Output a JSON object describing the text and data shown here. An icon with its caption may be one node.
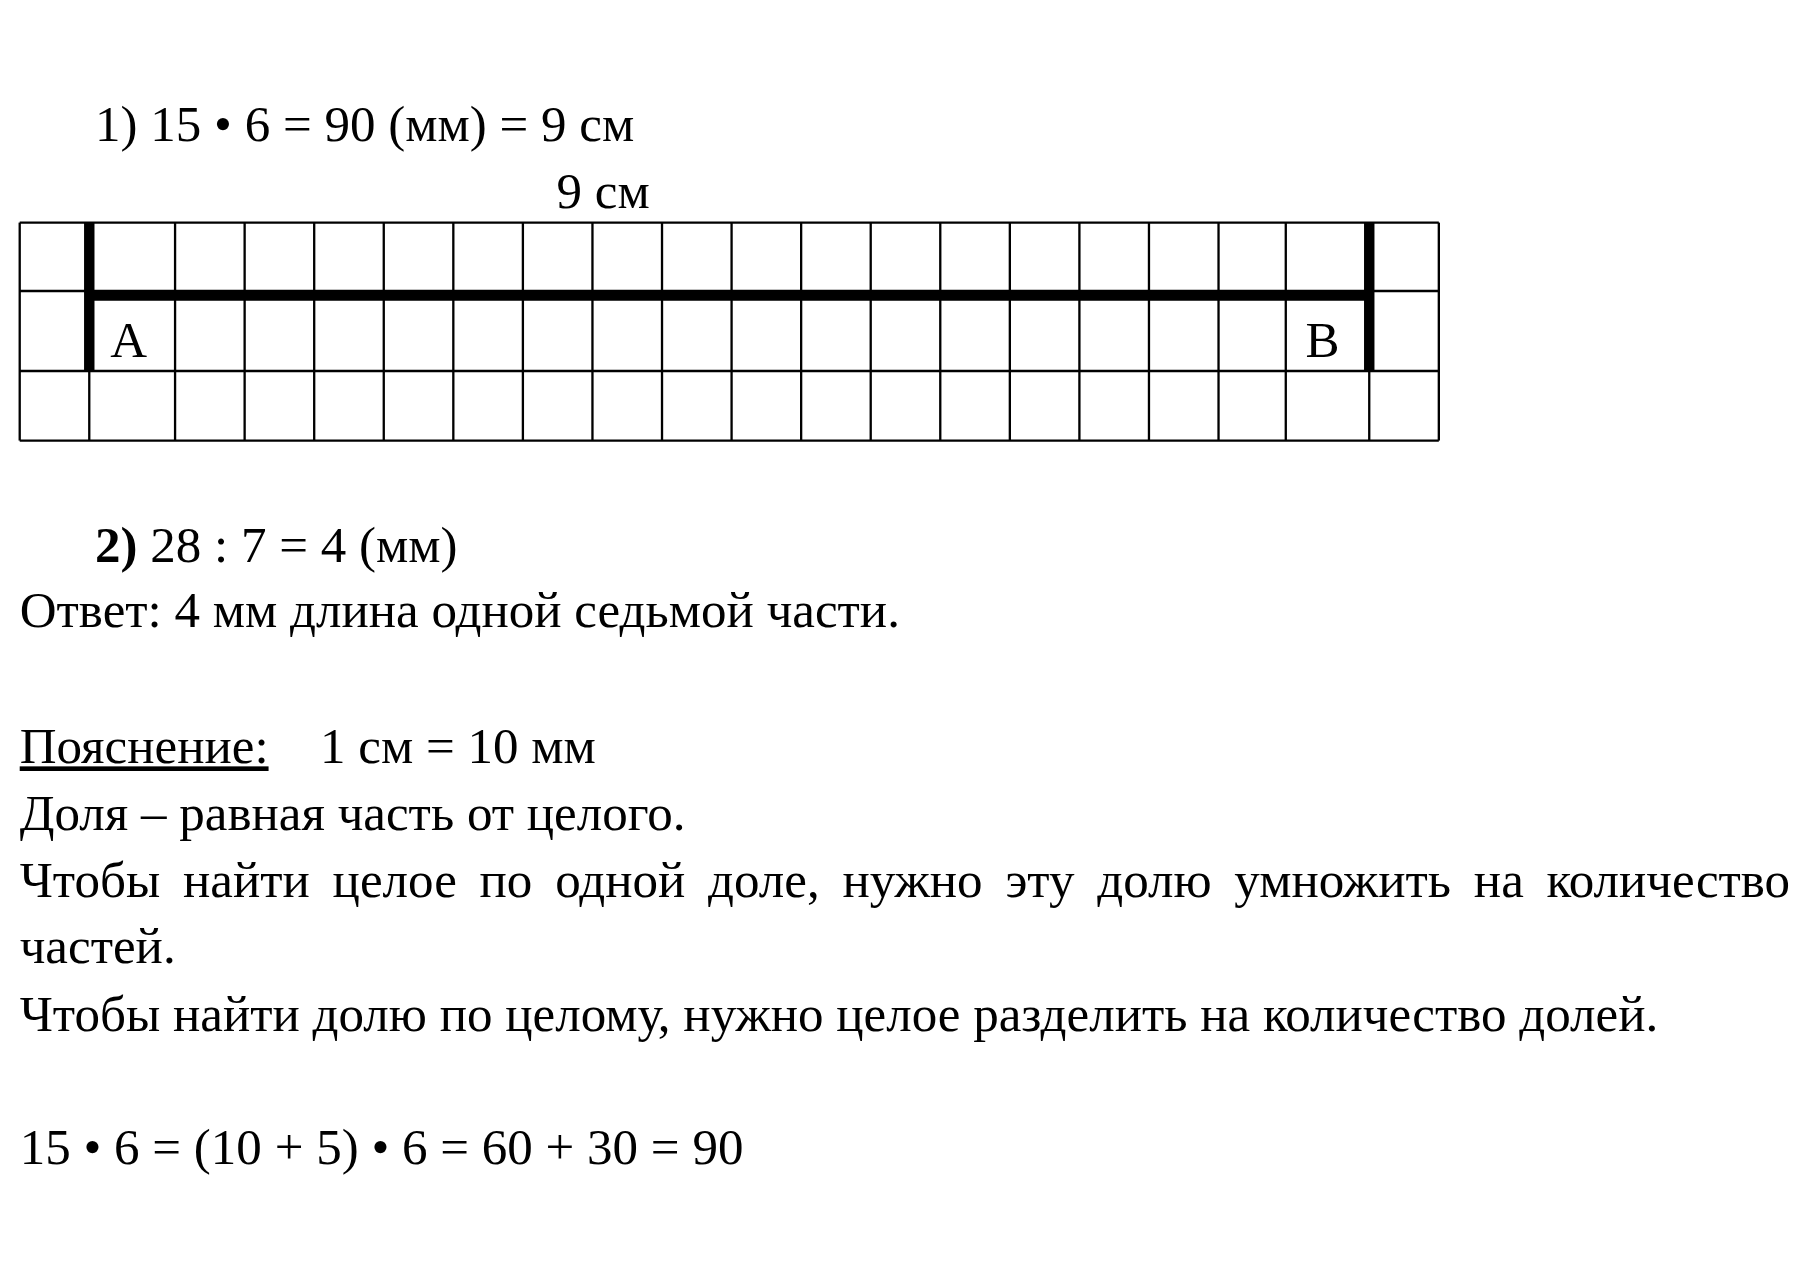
{
  "diagram": {
    "labels": [
      "1)  15 • 6 = 90 (мм) = 9 см",
      "9 см",
      "A",
      "B",
      "**2)**  28 : 7 = 4 (мм)",
      "Ответ: 4 мм длина одной седьмой части.",
      "Пояснение:",
      "1 см = 10 мм",
      "Доля – равная часть от целого.",
      "Чтобы найти целое по одной доле, нужно эту долю умножить на количество частей.",
      "Чтобы найти долю по целому, нужно целое разделить на количество долей.",
      "15 • 6 = (10 + 5) • 6 = 60 + 30 = 90"
    ]
  }
}
